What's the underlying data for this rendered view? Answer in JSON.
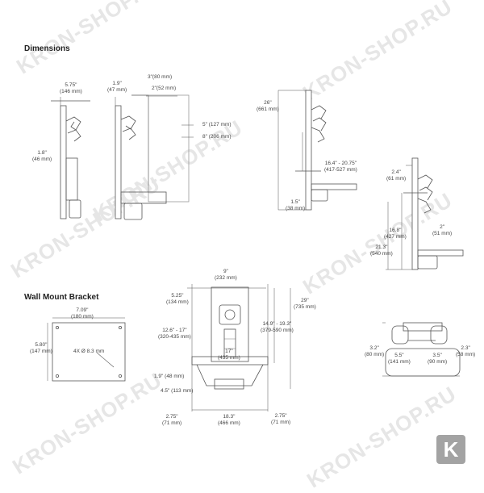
{
  "headings": {
    "dimensions": "Dimensions",
    "wall_mount_bracket": "Wall Mount Bracket"
  },
  "watermark": "KRON-SHOP.RU",
  "logo_letter": "K",
  "labels": {
    "d1": "5.75\"",
    "d1m": "(146 mm)",
    "d2": "1.8\"",
    "d2m": "(46 mm)",
    "d3": "1.9\"",
    "d3m": "(47 mm)",
    "d4": "3\"(80 mm)",
    "d5": "2\"(52 mm)",
    "d6": "5\" (127 mm)",
    "d7": "8\" (206 mm)",
    "d8": "26\"",
    "d8m": "(661 mm)",
    "d9": "16.4\" - 20.75\"",
    "d9m": "(417-527 mm)",
    "d10": "1.5\"",
    "d10m": "(38 mm)",
    "d11": "2.4\"",
    "d11m": "(61 mm)",
    "d12": "16.8\"",
    "d12m": "(427 mm)",
    "d13": "21.3\"",
    "d13m": "(540 mm)",
    "d14": "2\"",
    "d14m": "(51 mm)",
    "d15": "7.09\"",
    "d15m": "(180 mm)",
    "d16": "5.80\"",
    "d16m": "(147 mm)",
    "d17": "4X Ø 8.3 mm",
    "d18": "9\"",
    "d18m": "(232 mm)",
    "d19": "5.25\"",
    "d19m": "(134 mm)",
    "d20": "12.6\" - 17\"",
    "d20m": "(320-435 mm)",
    "d21": "17\"",
    "d21m": "(435 mm)",
    "d22": "1.9\" (48 mm)",
    "d23": "4.5\" (113 mm)",
    "d24": "2.75\"",
    "d24m": "(71 mm)",
    "d25": "18.3\"",
    "d25m": "(466 mm)",
    "d26": "2.75\"",
    "d26m": "(71 mm)",
    "d27": "14.9\" - 19.3\"",
    "d27m": "(379-590 mm)",
    "d28": "29\"",
    "d28m": "(735 mm)",
    "d29": "3.2\"",
    "d29m": "(80 mm)",
    "d30": "2.3\"",
    "d30m": "(58 mm)",
    "d31": "5.5\"",
    "d31m": "(141 mm)",
    "d32": "3.5\"",
    "d32m": "(90 mm)"
  }
}
